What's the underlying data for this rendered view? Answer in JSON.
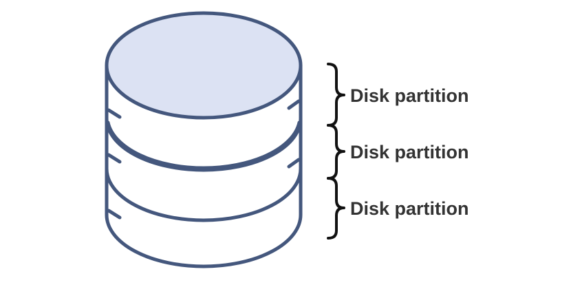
{
  "diagram": {
    "partitions": [
      {
        "label": "Disk partition"
      },
      {
        "label": "Disk partition"
      },
      {
        "label": "Disk partition"
      }
    ]
  },
  "colors": {
    "outline": "#44577d",
    "top_fill": "#dce2f3",
    "body_fill": "#ffffff",
    "brace": "#111111",
    "label_text": "#333333"
  },
  "icons": {
    "disk": "database-cylinder-icon",
    "brace": "curly-brace-icon"
  }
}
